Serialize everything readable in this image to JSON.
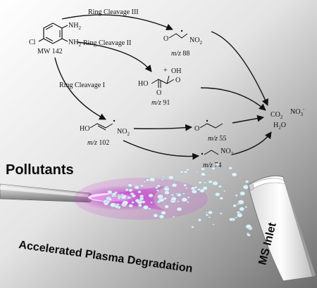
{
  "reactant": {
    "atom_cl": "Cl",
    "amine_1": "NH",
    "amine_1_sub": "2",
    "amine_2": "NH",
    "amine_2_sub": "2",
    "mw": "MW 142"
  },
  "routes": {
    "cleavage_3": "Ring Cleavage III",
    "cleavage_2": "Ring Cleavage II",
    "cleavage_1": "Ring Cleavage I"
  },
  "intermediates": {
    "nitro_aldehyde": {
      "group": "NO",
      "sub": "2",
      "mz_label": "m/z",
      "mz_value": "88"
    },
    "oxalic": {
      "oh_top": "OH",
      "ho_left": "HO",
      "o_left": "O",
      "o_right": "O",
      "plus": "+",
      "mz_label": "m/z",
      "mz_value": "91"
    },
    "nitro_enol": {
      "ho": "HO",
      "group": "NO",
      "sub": "2",
      "mz_label": "m/z",
      "mz_value": "102"
    },
    "radical_55": {
      "o": "O",
      "mz_label": "m/z",
      "mz_value": "55"
    },
    "nitro_74": {
      "group": "NO",
      "sub": "2",
      "mz_label": "m/z",
      "mz_value": "74"
    }
  },
  "products": {
    "co2": "CO",
    "co2_sub": "2",
    "no3": "NO",
    "no3_sub": "3",
    "no3_sup": "-",
    "h2o": "H",
    "h2o_sub": "2",
    "h2o_tail": "O"
  },
  "labels": {
    "pollutants": "Pollutants",
    "process": "Accelerated Plasma Degradation",
    "ms_inlet": "MS Inlet"
  },
  "colors": {
    "plasma": "#d23ad6",
    "plasma_core": "#fbe8ff",
    "droplet": "#dff1f6",
    "background_light": "#ffffff",
    "background_dark": "#6d6d6d"
  }
}
